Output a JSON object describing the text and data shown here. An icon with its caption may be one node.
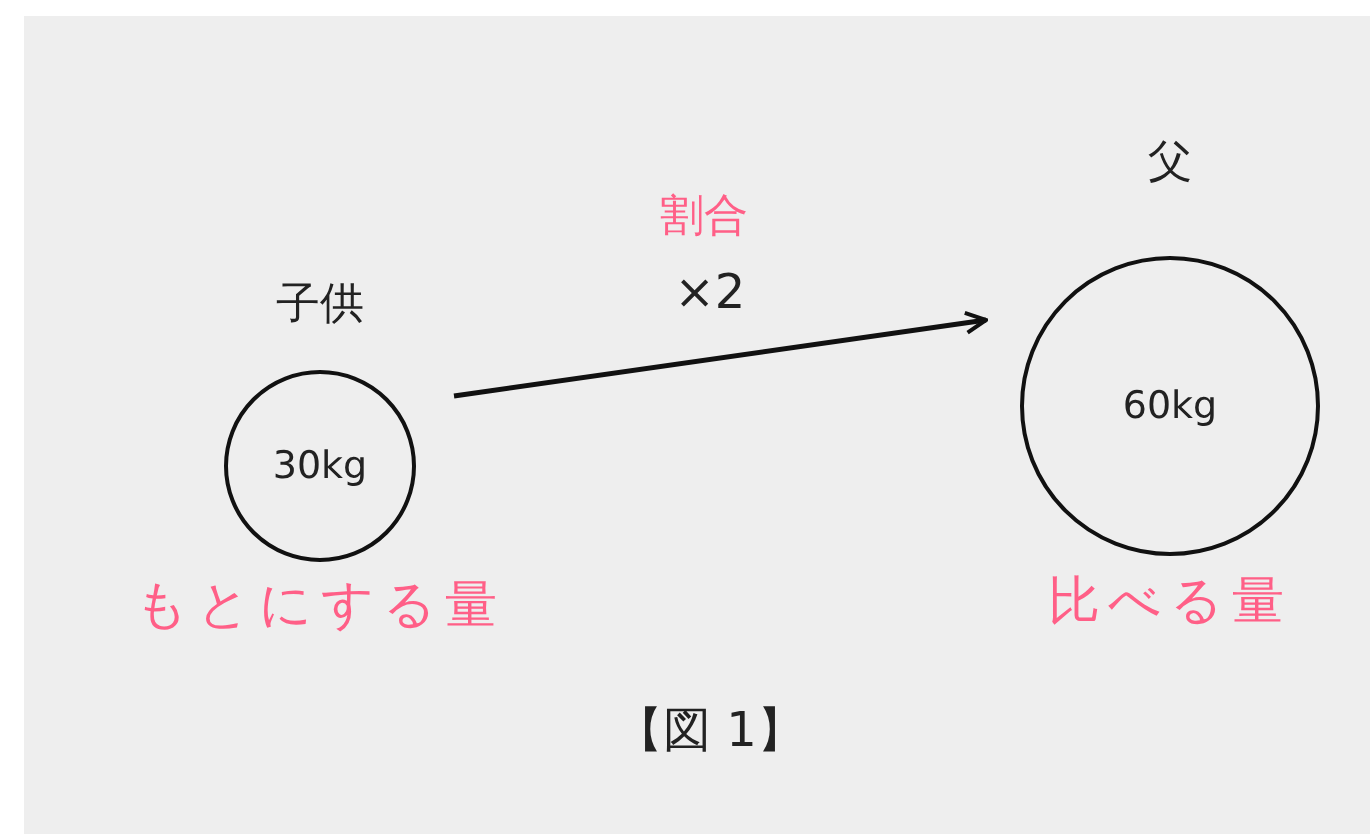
{
  "diagram": {
    "caption": "【図 1】",
    "nodes": [
      {
        "text": [
          "子供",
          "30kg"
        ],
        "beside": [
          "もとにする量"
        ]
      },
      {
        "text": [
          "父",
          "60kg"
        ],
        "beside": [
          "比べる量"
        ]
      }
    ],
    "edges": [
      {
        "from": 0,
        "to": 1,
        "arrow": "to",
        "label": "×2"
      }
    ],
    "labels": [
      "割合"
    ]
  }
}
